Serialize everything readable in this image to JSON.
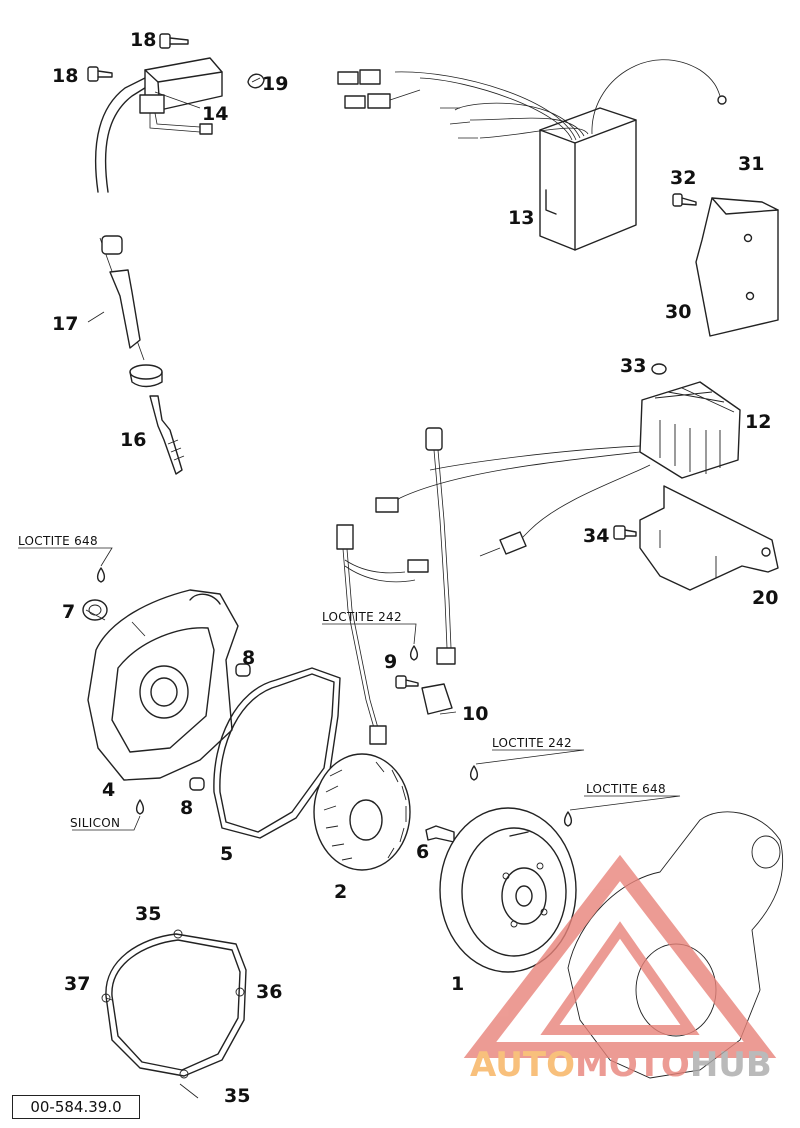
{
  "diagram": {
    "reference_code": "00-584.39.0",
    "part_numbers": [
      "1",
      "2",
      "4",
      "5",
      "6",
      "7",
      "8",
      "9",
      "10",
      "12",
      "13",
      "14",
      "16",
      "17",
      "18",
      "19",
      "20",
      "30",
      "31",
      "32",
      "33",
      "34",
      "35",
      "36",
      "37"
    ],
    "callouts": {
      "n18a": "18",
      "n18b": "18",
      "n19": "19",
      "n14": "14",
      "n13": "13",
      "n32": "32",
      "n31": "31",
      "n30": "30",
      "n17": "17",
      "n16": "16",
      "n33": "33",
      "n12": "12",
      "n34": "34",
      "n20": "20",
      "n7": "7",
      "n8a": "8",
      "n8b": "8",
      "n4": "4",
      "n9": "9",
      "n10": "10",
      "n5": "5",
      "n2": "2",
      "n6": "6",
      "n1": "1",
      "n35a": "35",
      "n35b": "35",
      "n37": "37",
      "n36": "36"
    },
    "notes": {
      "loctite_648_cover": "LOCTITE 648",
      "loctite_242_stator": "LOCTITE 242",
      "loctite_242_bolt": "LOCTITE 242",
      "loctite_648_rotor": "LOCTITE 648",
      "silicon": "SILICON"
    }
  },
  "watermark": {
    "part1": "AUTO",
    "part2": "MOTO",
    "part3": "HUB",
    "colors": {
      "orange": "#f7b15c",
      "red": "#e8837a",
      "gray": "#a9a9a9"
    }
  }
}
